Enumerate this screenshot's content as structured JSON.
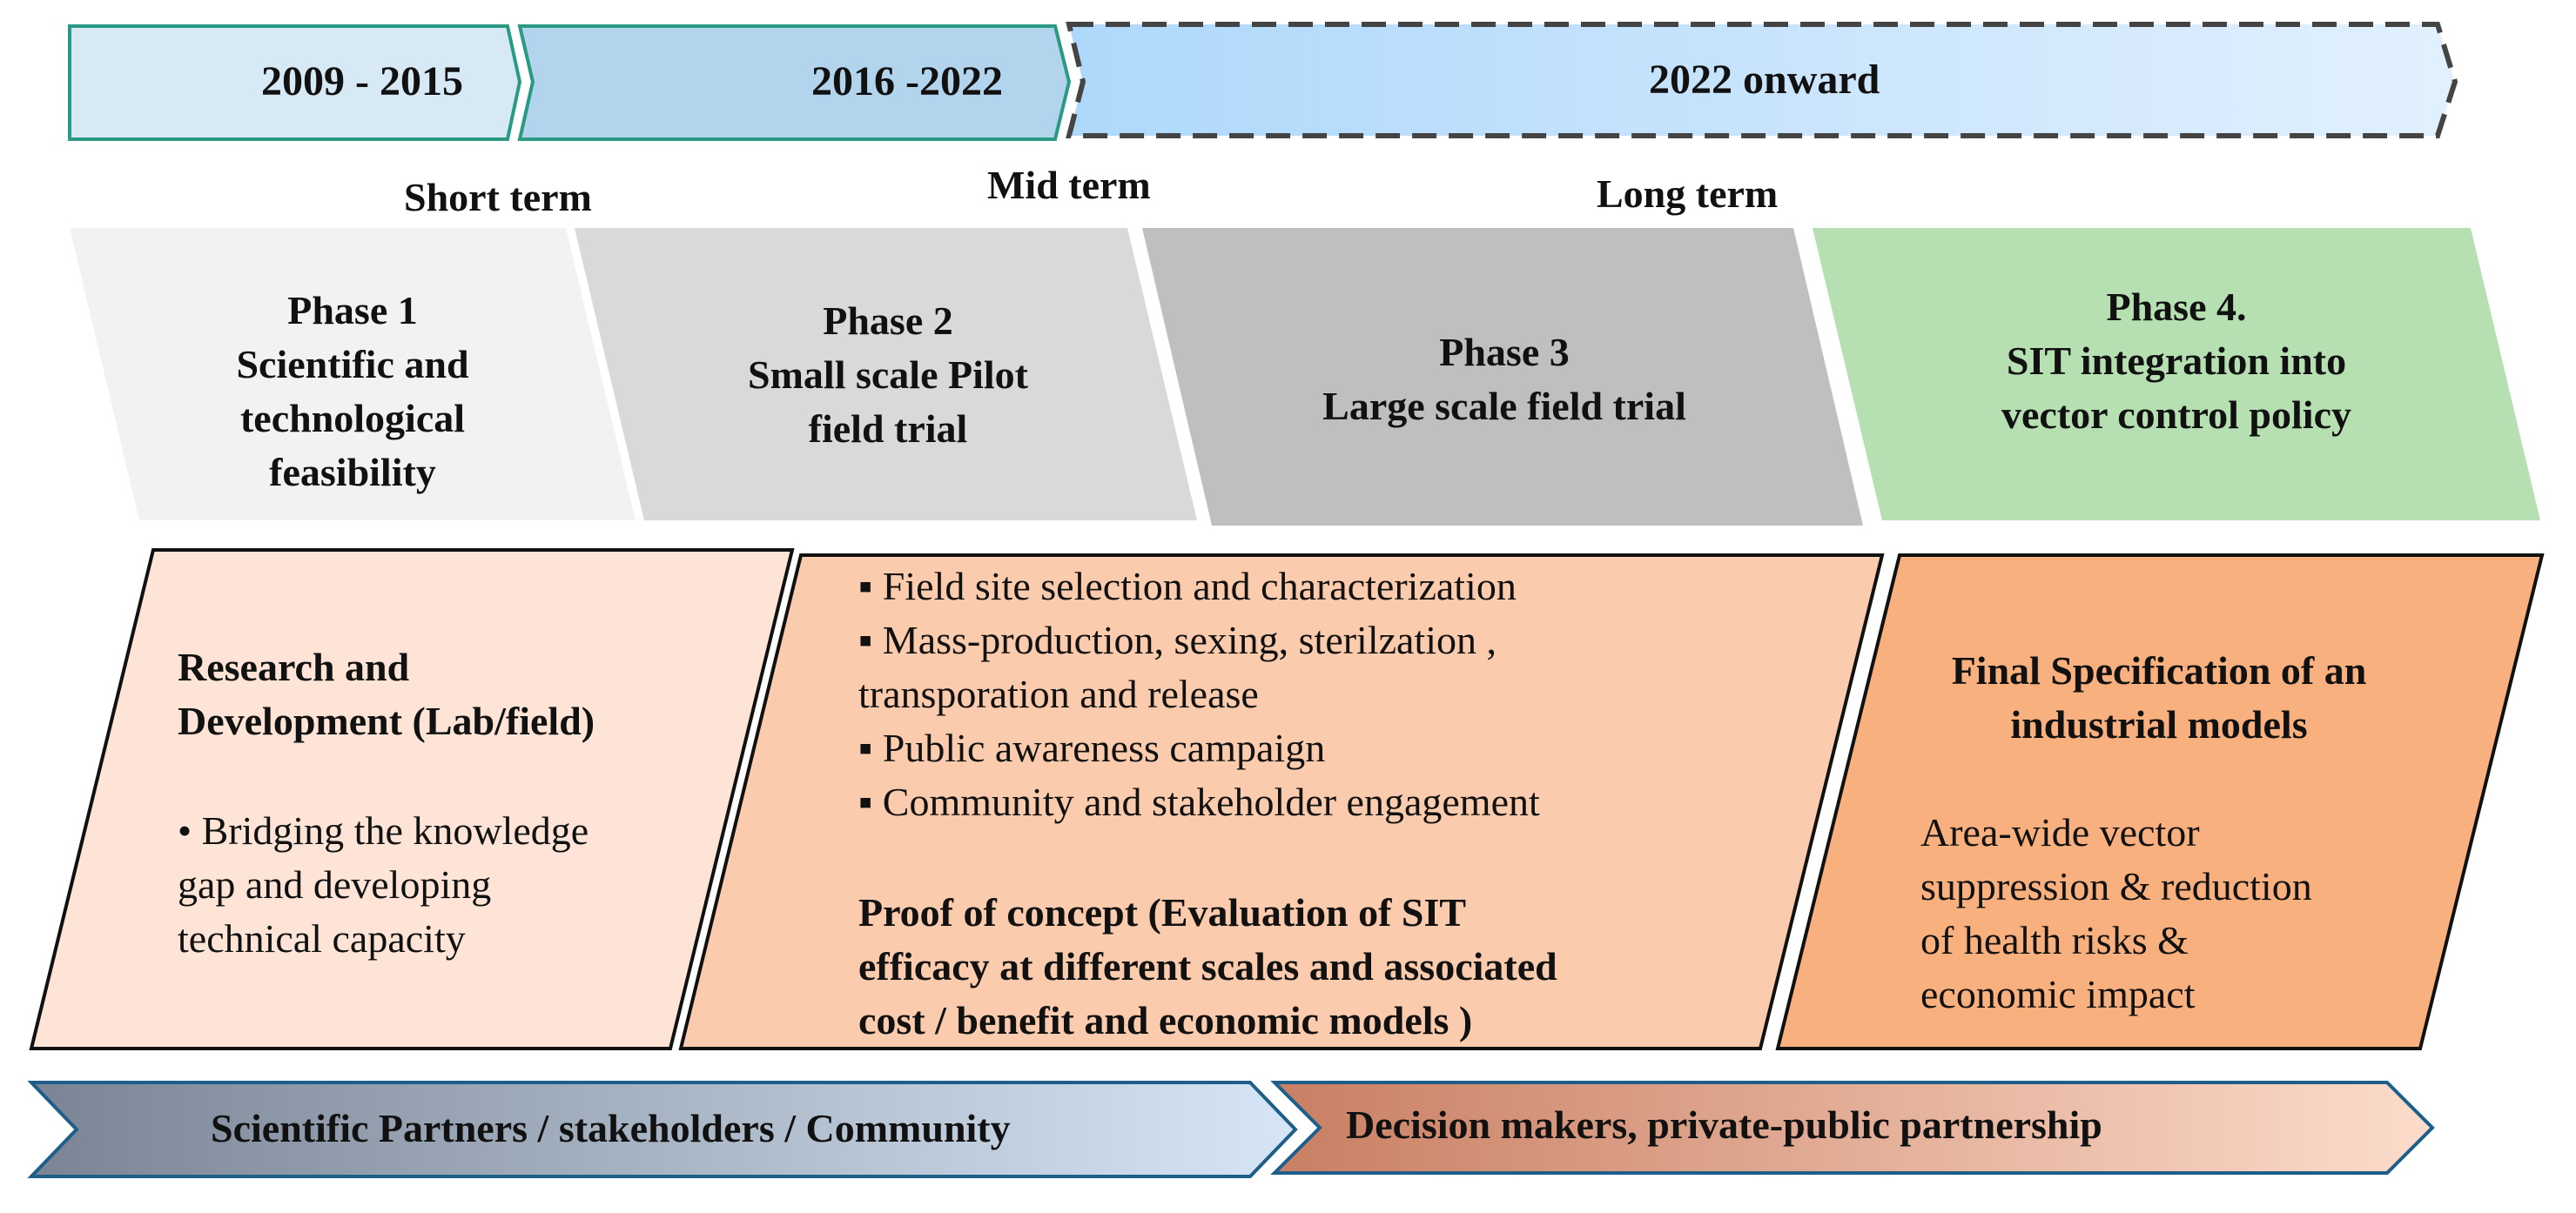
{
  "timeline": {
    "periods": [
      "2009 - 2015",
      "2016 -2022",
      "2022 onward"
    ],
    "terms": [
      "Short term",
      "Mid term",
      "Long term"
    ]
  },
  "phases": [
    {
      "lines": [
        "Phase 1",
        "Scientific and",
        "technological",
        "feasibility"
      ]
    },
    {
      "lines": [
        "Phase 2",
        "Small scale Pilot",
        "field trial"
      ]
    },
    {
      "lines": [
        "Phase 3",
        "Large scale field trial"
      ]
    },
    {
      "lines": [
        "Phase 4.",
        "SIT integration into",
        "vector control policy"
      ]
    }
  ],
  "boxes": {
    "research": {
      "title_lines": [
        "Research and",
        "Development (Lab/field)"
      ],
      "bullet": "• Bridging the knowledge",
      "body_lines": [
        "gap and developing",
        "technical capacity"
      ]
    },
    "field": {
      "bullets": [
        "▪ Field site selection and characterization",
        "▪ Mass-production, sexing, sterilzation ,",
        "transporation and release",
        "▪ Public awareness campaign",
        "▪ Community and stakeholder engagement"
      ],
      "proof_lines": [
        "Proof of concept (Evaluation of SIT",
        "efficacy at different scales and associated",
        "cost / benefit and economic models )"
      ]
    },
    "final": {
      "title_lines": [
        "Final Specification of an",
        "industrial models"
      ],
      "body_lines": [
        "Area-wide vector",
        "suppression & reduction",
        "of health risks &",
        "economic impact"
      ]
    }
  },
  "bottom": {
    "left": "Scientific Partners / stakeholders / Community",
    "right": "Decision makers, private-public partnership"
  },
  "colors": {
    "period1": "#d6e9f5",
    "period2": "#b2d4ec",
    "period3": "#c5e2fb",
    "phase1": "#f2f2f2",
    "phase2": "#d9d9d9",
    "phase3": "#bfbfbf",
    "phase4": "#b6e0b2",
    "box1": "#fde4d6",
    "box2": "#fbcbad",
    "box3": "#f9b07f",
    "bottom_left": "#8a94a4",
    "bottom_right": "#d8977a"
  }
}
